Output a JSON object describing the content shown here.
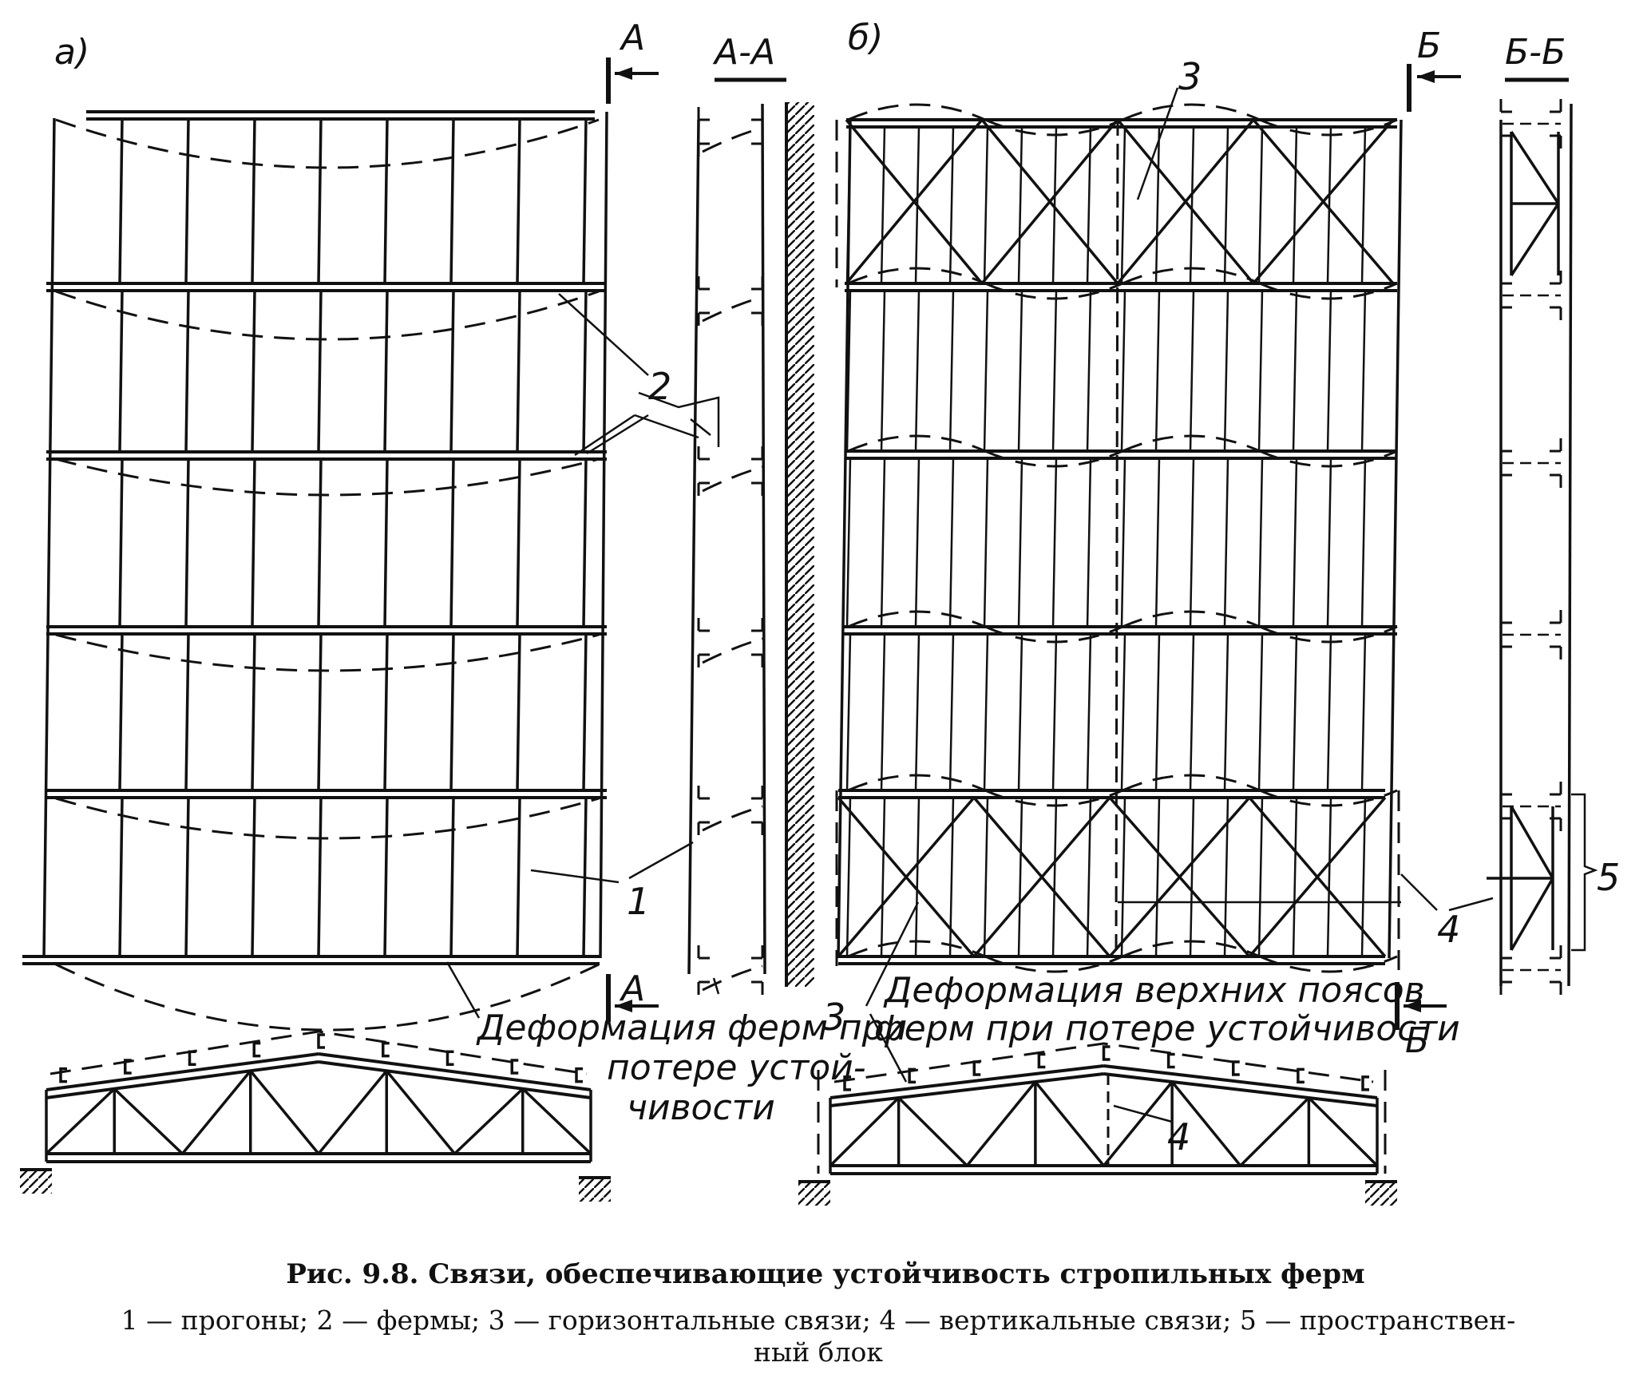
{
  "labels": {
    "a": "а)",
    "b": "б)",
    "sec_a": "А",
    "sec_aa": "А-А",
    "sec_b": "Б",
    "sec_bb": "Б-Б",
    "n1": "1",
    "n2": "2",
    "n3": "3",
    "n4": "4",
    "n5": "5"
  },
  "notes": {
    "left_deform": [
      "Деформация ферм при",
      "потере устой-",
      "чивости"
    ],
    "right_deform": [
      "Деформация верхних поясов",
      "ферм при потере устойчивости"
    ]
  },
  "caption": {
    "title": "Рис. 9.8. Связи, обеспечивающие устойчивость стропильных ферм",
    "legend_line1": "1 — прогоны;  2 — фермы;  3 — горизонтальные связи;  4 — вертикальные связи;  5 — пространствен-",
    "legend_line2": "ный блок"
  }
}
